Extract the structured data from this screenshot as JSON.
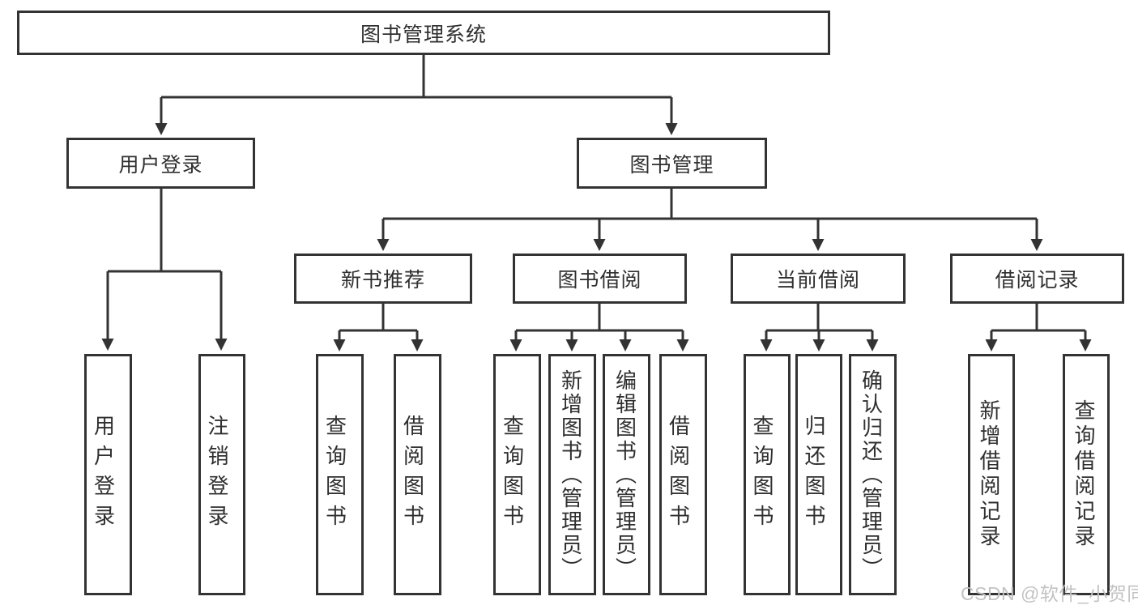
{
  "diagram": {
    "type": "function-tree",
    "root": {
      "label": "图书管理系统",
      "children": [
        {
          "label": "用户登录",
          "children": [
            {
              "label": "用户登录"
            },
            {
              "label": "注销登录"
            }
          ]
        },
        {
          "label": "图书管理",
          "children": [
            {
              "label": "新书推荐",
              "children": [
                {
                  "label": "查询图书"
                },
                {
                  "label": "借阅图书"
                }
              ]
            },
            {
              "label": "图书借阅",
              "children": [
                {
                  "label": "查询图书"
                },
                {
                  "label": "新增图书（管理员）"
                },
                {
                  "label": "编辑图书（管理员）"
                },
                {
                  "label": "借阅图书"
                }
              ]
            },
            {
              "label": "当前借阅",
              "children": [
                {
                  "label": "查询图书"
                },
                {
                  "label": "归还图书"
                },
                {
                  "label": "确认归还（管理员）"
                }
              ]
            },
            {
              "label": "借阅记录",
              "children": [
                {
                  "label": "新增借阅记录"
                },
                {
                  "label": "查询借阅记录"
                }
              ]
            }
          ]
        }
      ]
    }
  },
  "watermark": "CSDN @软件_小贺同学",
  "colors": {
    "line": "#333333",
    "text": "#2f2f2f",
    "background": "#ffffff",
    "watermark": "#c3c3c3"
  }
}
